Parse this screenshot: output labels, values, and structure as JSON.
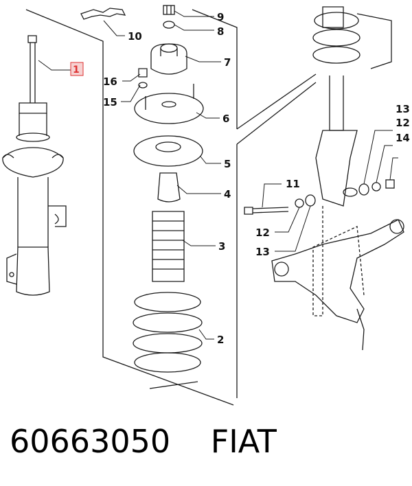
{
  "callouts": [
    {
      "label": "1"
    },
    {
      "label": "2"
    },
    {
      "label": "3"
    },
    {
      "label": "4"
    },
    {
      "label": "5"
    },
    {
      "label": "6"
    },
    {
      "label": "7"
    },
    {
      "label": "8"
    },
    {
      "label": "9"
    },
    {
      "label": "10"
    },
    {
      "label": "11"
    },
    {
      "label": "12"
    },
    {
      "label": "12"
    },
    {
      "label": "13"
    },
    {
      "label": "13"
    },
    {
      "label": "14"
    },
    {
      "label": "15"
    },
    {
      "label": "16"
    }
  ],
  "footer": {
    "part_number": "60663050",
    "brand": "FIAT"
  },
  "colors": {
    "line": "#1a1a1a",
    "highlight_fill": "#f6d2d2",
    "highlight_stroke": "#d33"
  }
}
